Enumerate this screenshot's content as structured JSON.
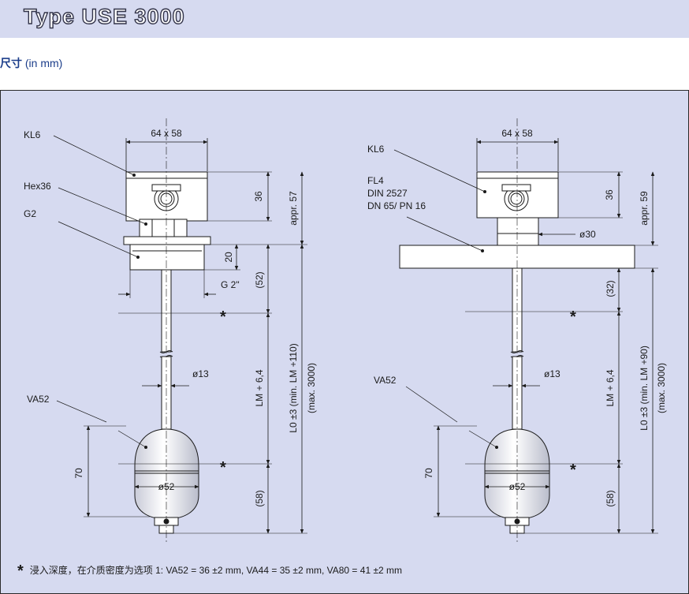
{
  "header": {
    "title": "Type USE 3000"
  },
  "subtitle": {
    "label_cn": "尺寸",
    "unit": "(in mm)"
  },
  "left_drawing": {
    "width_dim": "64 x 58",
    "kl6": "KL6",
    "hex": "Hex36",
    "g2": "G2",
    "h36": "36",
    "appr": "appr. 57",
    "h20": "20",
    "g2in": "G 2\"",
    "h52": "(52)",
    "star": "*",
    "d13": "ø13",
    "lm": "LM + 6,4",
    "l0": "L0 ±3 (min. LM +110)",
    "max": "(max. 3000)",
    "va52": "VA52",
    "h70": "70",
    "d52": "ø52",
    "h58": "(58)"
  },
  "right_drawing": {
    "width_dim": "64 x 58",
    "kl6": "KL6",
    "fl4": "FL4",
    "din": "DIN 2527",
    "dn": "DN 65/ PN 16",
    "h36": "36",
    "appr": "appr. 59",
    "d30": "ø30",
    "h32": "(32)",
    "star": "*",
    "d13": "ø13",
    "lm": "LM + 6,4",
    "l0": "L0 ±3 (min. LM +90)",
    "max": "(max. 3000)",
    "va52": "VA52",
    "h70": "70",
    "d52": "ø52",
    "h58": "(58)"
  },
  "footnote": {
    "star": "*",
    "text": "浸入深度，在介质密度为选项 1: VA52 = 36 ±2 mm, VA44 = 35 ±2 mm, VA80 = 41 ±2 mm"
  }
}
